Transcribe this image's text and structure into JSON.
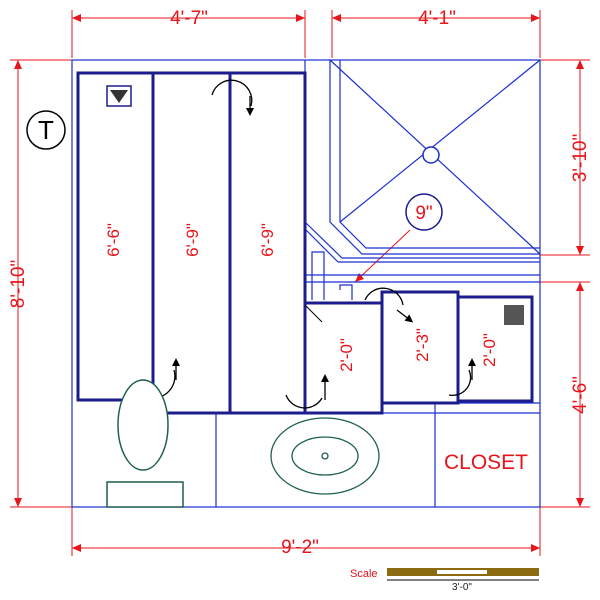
{
  "colors": {
    "walls": "#1c1c8c",
    "fixtures": "#1a2fd0",
    "dimensions": "#e8141b",
    "toilet": "#1f5f4f",
    "scale_bar": "#8b6a10"
  },
  "thermostat_label": "T",
  "dimensions": {
    "top_left": "4'-7\"",
    "top_right": "4'-1\"",
    "left": "8'-10\"",
    "right_upper": "3'-10\"",
    "right_lower": "4'-6\"",
    "bottom": "9'-2\""
  },
  "callout_9": "9\"",
  "cabinets": {
    "cab1": "6'-6\"",
    "cab2": "6'-9\"",
    "cab3": "6'-9\"",
    "cab4": "2'-0\"",
    "cab5": "2'-3\"",
    "cab6": "2'-0\""
  },
  "closet_label": "CLOSET",
  "scale": {
    "label": "Scale",
    "value": "3'-0\""
  },
  "icons": [
    "thermostat-icon",
    "shower-drain-icon",
    "sink-icon",
    "toilet-icon",
    "light-fixture-icon",
    "door-swing-icon"
  ]
}
